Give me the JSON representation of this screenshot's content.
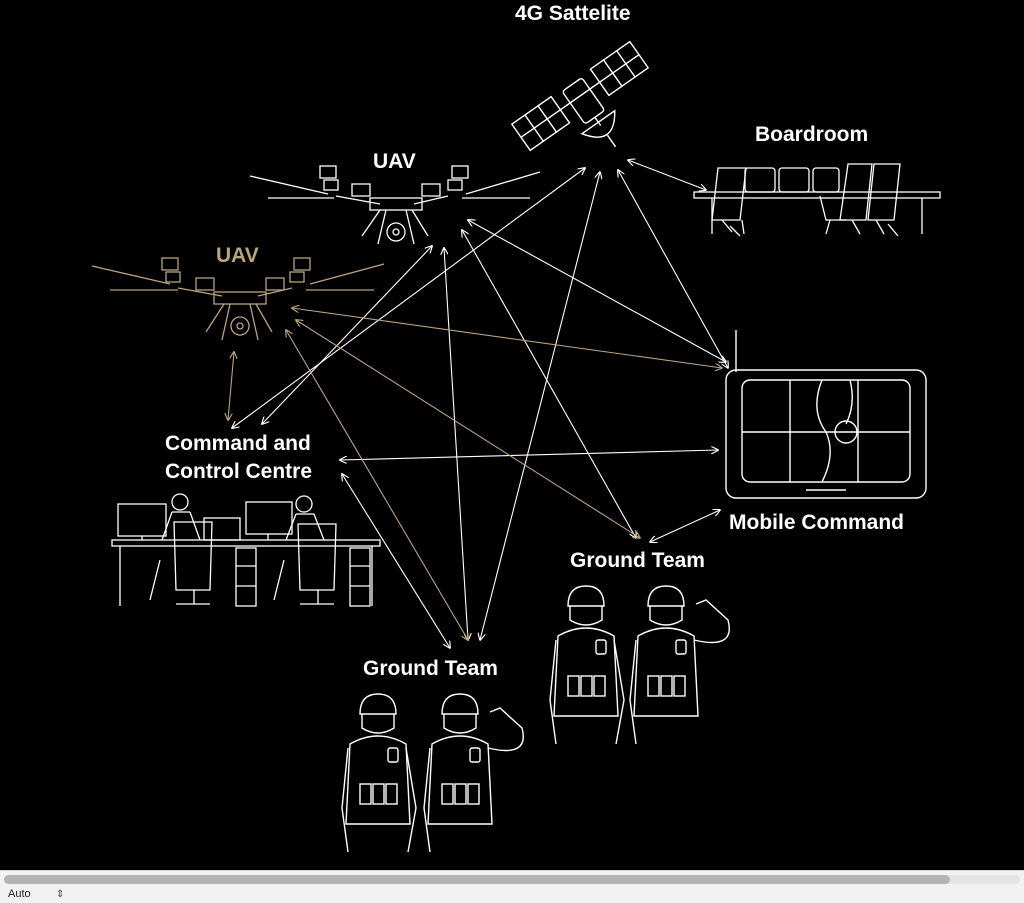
{
  "nodes": {
    "satellite": {
      "label": "4G Sattelite"
    },
    "boardroom": {
      "label": "Boardroom"
    },
    "uav_white": {
      "label": "UAV"
    },
    "uav_gold": {
      "label": "UAV"
    },
    "command_centre": {
      "label_line1": "Command and",
      "label_line2": "Control Centre"
    },
    "mobile_command": {
      "label": "Mobile Command"
    },
    "ground_team_right": {
      "label": "Ground Team"
    },
    "ground_team_center": {
      "label": "Ground Team"
    }
  },
  "colors": {
    "background": "#000000",
    "line_white": "#ffffff",
    "line_gold": "#b9a47e"
  },
  "bottom_bar": {
    "zoom_value": "Auto"
  }
}
